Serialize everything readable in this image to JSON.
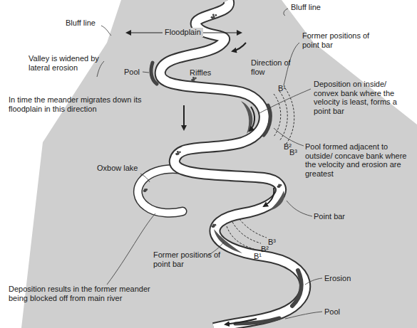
{
  "diagram": {
    "labels": [
      "Bluff line",
      "Bluff line",
      "Floodplain",
      "Former positions of point bar",
      "Direction of flow",
      "Valley is widened by lateral erosion",
      "Pool",
      "Riffles",
      "Deposition on inside/ convex bank where the velocity is least, forms a point bar",
      "B¹",
      "B²",
      "B³",
      "In time the meander migrates down its floodplain in this direction",
      "Pool formed adjacent to outside/ concave bank where the velocity and erosion are greatest",
      "Oxbow lake",
      "Point bar",
      "B¹",
      "B²",
      "B³",
      "Former positions of point bar",
      "Erosion",
      "Deposition results in the former meander being blocked off from main river",
      "Pool"
    ]
  }
}
